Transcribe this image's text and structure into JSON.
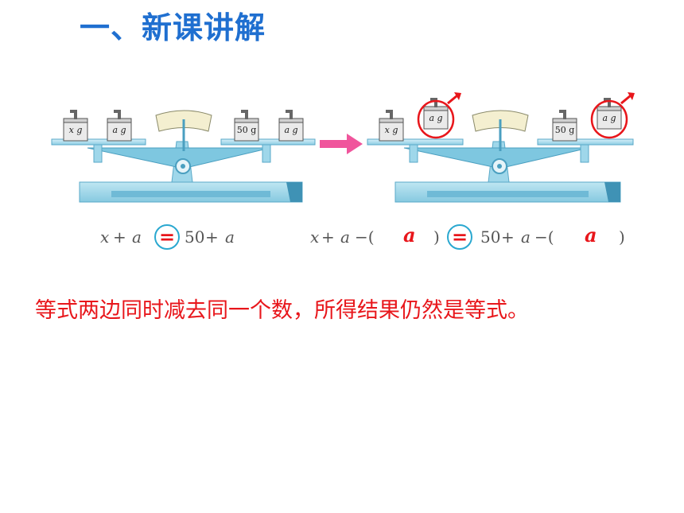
{
  "title": "一、新课讲解",
  "left_scale": {
    "weights_left": [
      {
        "label": "x g"
      },
      {
        "label": "a g"
      }
    ],
    "weights_right": [
      {
        "label": "50 g"
      },
      {
        "label": "a g"
      }
    ]
  },
  "right_scale": {
    "weights_left": [
      {
        "label": "x g"
      },
      {
        "label": "a g"
      }
    ],
    "weights_right": [
      {
        "label": "50 g"
      },
      {
        "label": "a g"
      }
    ]
  },
  "equation_left": {
    "lhs_x": "x",
    "lhs_plus": "+",
    "lhs_a": "a",
    "equals": "=",
    "rhs_num": "50",
    "rhs_plus": "+",
    "rhs_a": "a"
  },
  "equation_right": {
    "lhs_x": "x",
    "lhs_plus": "+",
    "lhs_a": "a",
    "lhs_minus": "−(",
    "lhs_blank": "a",
    "lhs_close": ")",
    "equals": "=",
    "rhs_num": "50",
    "rhs_plus": "+",
    "rhs_a": "a",
    "rhs_minus": "−(",
    "rhs_blank": "a",
    "rhs_close": ")"
  },
  "rule": "等式两边同时减去同一个数，所得结果仍然是等式。",
  "colors": {
    "title": "#1f6fd0",
    "rule": "#e8161b",
    "scale_light": "#a8dced",
    "scale_mid": "#7ec7e0",
    "scale_dark": "#4a9fc0",
    "arrow": "#f0559c",
    "highlight": "#e8161b",
    "equals_circle": "#2aa8d0"
  }
}
